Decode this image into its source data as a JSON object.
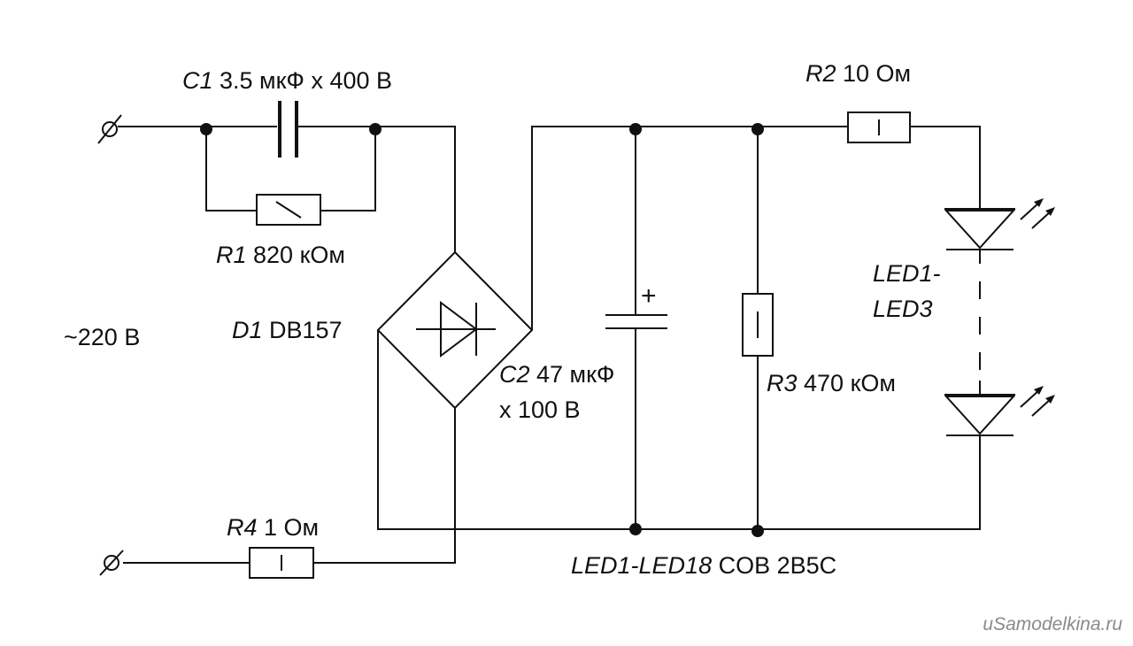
{
  "labels": {
    "c1": {
      "ref": "C1",
      "value": " 3.5 мкФ х 400 В"
    },
    "r1": {
      "ref": "R1",
      "value": " 820 кОм"
    },
    "mains": "~220 В",
    "d1": {
      "ref": "D1",
      "value": " DB157"
    },
    "c2": {
      "ref": "C2",
      "value": " 47 мкФ",
      "value2": "х 100 В"
    },
    "c2_polarity": "+",
    "r2": {
      "ref": "R2",
      "value": " 10 Ом"
    },
    "r3": {
      "ref": "R3",
      "value": " 470 кОм"
    },
    "r4": {
      "ref": "R4",
      "value": " 1 Ом"
    },
    "led_chain": {
      "line1": "LED1-",
      "line2": "LED3"
    },
    "led_all": {
      "ref": "LED1-LED18",
      "value": " COB 2B5C"
    }
  },
  "watermark": "uSamodelkina.ru",
  "colors": {
    "ink": "#111111",
    "watermark": "#8a8a8a",
    "background": "#ffffff"
  }
}
